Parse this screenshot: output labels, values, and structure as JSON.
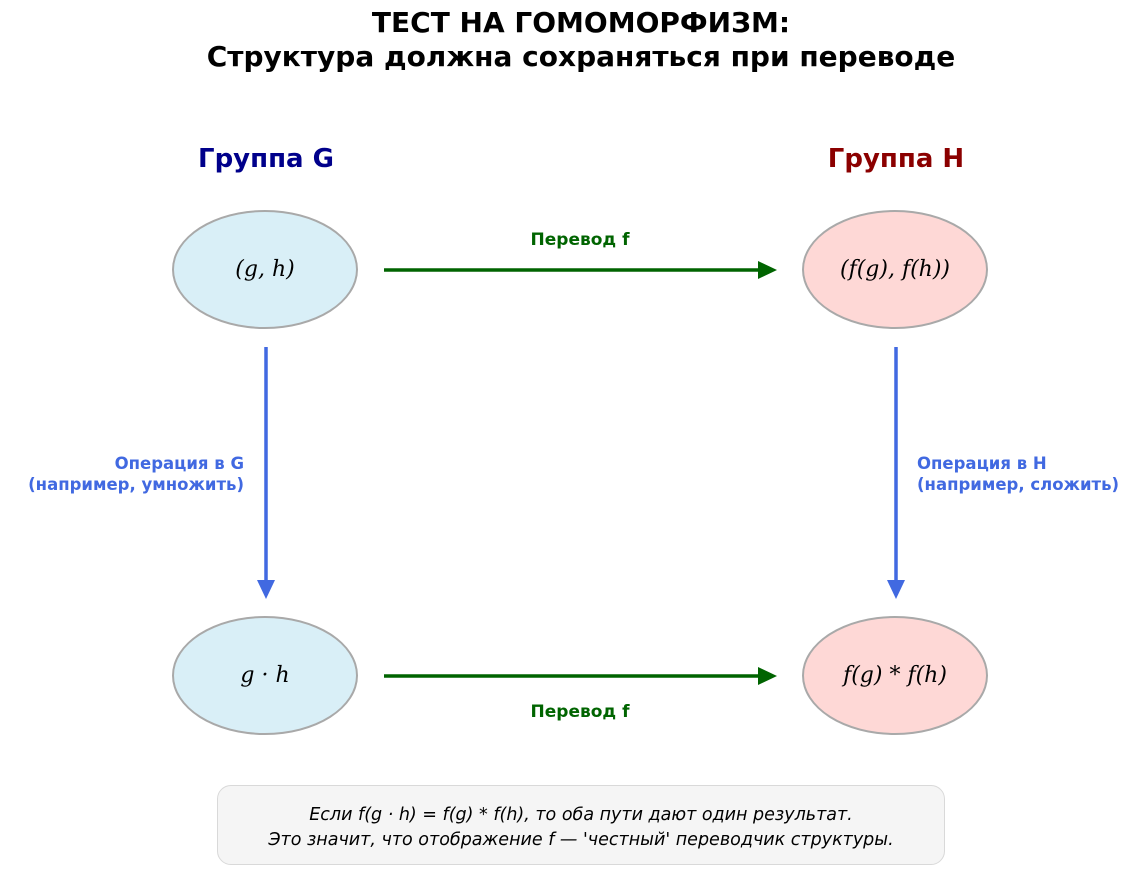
{
  "title": {
    "line1": "ТЕСТ НА ГОМОМОРФИЗМ:",
    "line2": "Структура должна сохраняться при переводе"
  },
  "groups": {
    "g": {
      "label": "Группа G",
      "color": "#00008b",
      "node_fill": "#d9eff7"
    },
    "h": {
      "label": "Группа H",
      "color": "#8b0000",
      "node_fill": "#fed8d6"
    }
  },
  "nodes": {
    "top_left": "(g, h)",
    "top_right": "(f(g), f(h))",
    "bottom_left": "g · h",
    "bottom_right": "f(g) * f(h)"
  },
  "edges": {
    "top": {
      "label": "Перевод f",
      "color": "#006400"
    },
    "bottom": {
      "label": "Перевод f",
      "color": "#006400"
    },
    "left": {
      "line1": "Операция в G",
      "line2": "(например, умножить)",
      "color": "#4169e1"
    },
    "right": {
      "line1": "Операция в H",
      "line2": "(например, сложить)",
      "color": "#4169e1"
    }
  },
  "note": {
    "line1": "Если f(g · h) = f(g) * f(h), то оба пути дают один результат.",
    "line2": "Это значит, что отображение f — 'честный' переводчик структуры."
  }
}
